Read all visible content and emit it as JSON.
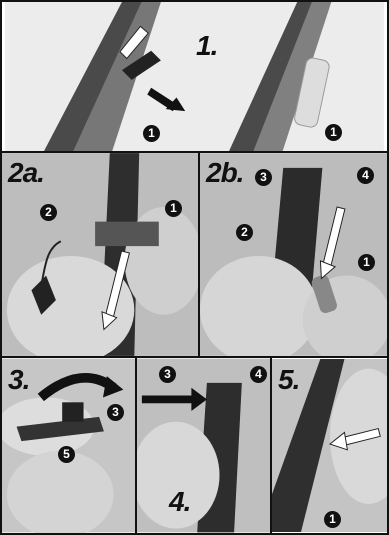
{
  "steps": {
    "s1": "1.",
    "s2a": "2a.",
    "s2b": "2b.",
    "s3": "3.",
    "s4": "4.",
    "s5": "5."
  },
  "callouts": {
    "p1_a": "1",
    "p1_b": "1",
    "p2a_1": "1",
    "p2a_2": "2",
    "p2b_1": "1",
    "p2b_2": "2",
    "p2b_3": "3",
    "p2b_4": "4",
    "p3_3": "3",
    "p3_5": "5",
    "p4_3": "3",
    "p4_4": "4",
    "p5_1": "1"
  },
  "colors": {
    "photo_bg": "#c9c9c9",
    "shadow": "#3a3a3a",
    "ink": "#111111"
  }
}
